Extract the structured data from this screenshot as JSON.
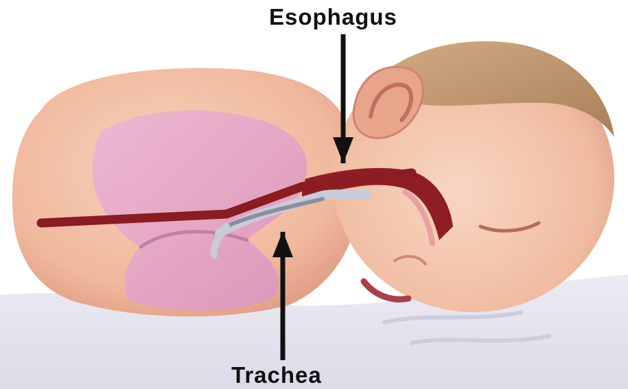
{
  "labels": {
    "esophagus": "Esophagus",
    "trachea": "Trachea"
  },
  "colors": {
    "background": "#ffffff",
    "blanket": "#e6e6ef",
    "skin": "#f2bfa2",
    "skin_shadow": "#dd9680",
    "hair": "#c39a72",
    "lung": "#e6a6c6",
    "lung_dark": "#c57fa2",
    "esophagus": "#8e1e24",
    "airway_cut": "#b5535a",
    "trachea": "#8a8fa0",
    "arrow": "#111111"
  },
  "arrows": [
    {
      "target": "esophagus",
      "direction": "down"
    },
    {
      "target": "trachea",
      "direction": "up"
    }
  ]
}
